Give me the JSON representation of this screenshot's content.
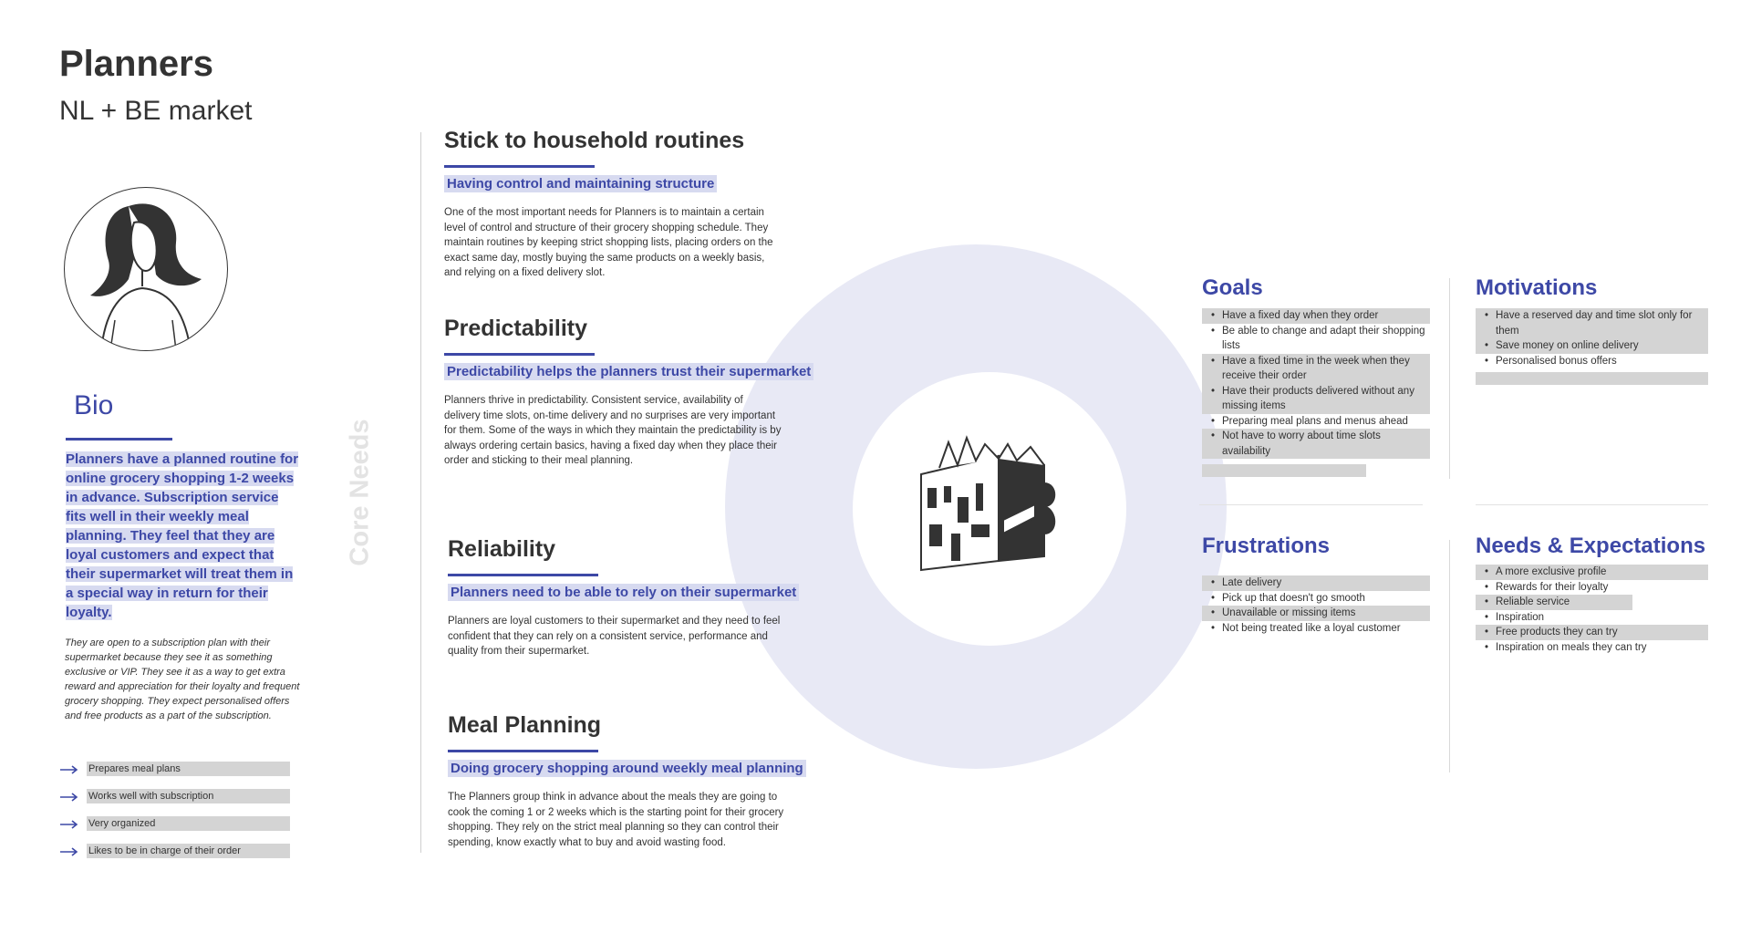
{
  "header": {
    "title": "Planners",
    "subtitle": "NL + BE market"
  },
  "bio": {
    "title": "Bio",
    "summary": "Planners have a planned routine for online grocery shopping 1-2 weeks in advance. Subscription service fits well in their weekly meal planning. They feel that they are loyal customers and expect that their supermarket will treat them in a special way in return for their loyalty.",
    "note": "They are open to a subscription plan with their supermarket because they see it as something exclusive or VIP. They see it as a way to get extra reward and appreciation for their loyalty and frequent grocery shopping. They expect personalised offers and free products as a part of the subscription.",
    "traits": [
      "Prepares meal plans",
      "Works well with subscription",
      "Very organized",
      "Likes to be in charge of their order"
    ]
  },
  "core_needs_label": "Core Needs",
  "needs": [
    {
      "title": "Stick to household routines",
      "subtitle": "Having control and maintaining structure",
      "text": "One of the most important needs for Planners is to maintain a certain level of control and structure of their grocery shopping schedule. They maintain routines by keeping strict shopping lists, placing orders on the exact same day, mostly buying the same products on a weekly basis, and relying on a fixed delivery slot."
    },
    {
      "title": "Predictability",
      "subtitle": "Predictability helps the planners trust their supermarket",
      "text": "Planners thrive in predictability. Consistent service, availability of delivery time slots, on-time delivery and no surprises are very important for them. Some of the ways in which they maintain the predictability is by always ordering certain basics, having a fixed day when they place their order and sticking to their meal planning."
    },
    {
      "title": "Reliability",
      "subtitle": "Planners need to be able to rely on their supermarket",
      "text": "Planners are loyal customers to their supermarket and they need to feel confident that they can rely on a consistent service, performance and quality from their supermarket."
    },
    {
      "title": "Meal Planning",
      "subtitle": "Doing grocery shopping around weekly meal planning",
      "text": "The Planners group think in advance about the meals they are going to cook the coming 1 or 2 weeks which is the starting point for their grocery shopping. They rely on the strict meal planning so they can control their spending, know exactly what to buy and avoid wasting food."
    }
  ],
  "goals": {
    "title": "Goals",
    "items": [
      "Have a fixed day when they order",
      "Be able to change and adapt their shopping lists",
      "Have a fixed time in the week when they receive their order",
      "Have their products delivered without any missing items",
      "Preparing meal plans and menus ahead",
      "Not have to worry about time slots availability"
    ]
  },
  "motivations": {
    "title": "Motivations",
    "items": [
      "Have a reserved day and time slot only for them",
      "Save money on online delivery",
      "Personalised bonus offers"
    ]
  },
  "frustrations": {
    "title": "Frustrations",
    "items": [
      "Late delivery",
      "Pick up that doesn't go smooth",
      "Unavailable or missing items",
      "Not being treated like a loyal customer"
    ]
  },
  "needs_expectations": {
    "title": "Needs & Expectations",
    "items": [
      "A more exclusive profile",
      "Rewards for their loyalty",
      "Reliable service",
      "Inspiration",
      "Free products they can try",
      "Inspiration on meals they can try"
    ]
  },
  "colors": {
    "accent": "#3d48a6",
    "highlight": "#d7daf0",
    "grey_bar": "#d4d4d4",
    "ring": "#e8e9f5"
  },
  "icons": [
    "person-avatar-icon",
    "arrow-right-icon",
    "building-illustration-icon"
  ]
}
